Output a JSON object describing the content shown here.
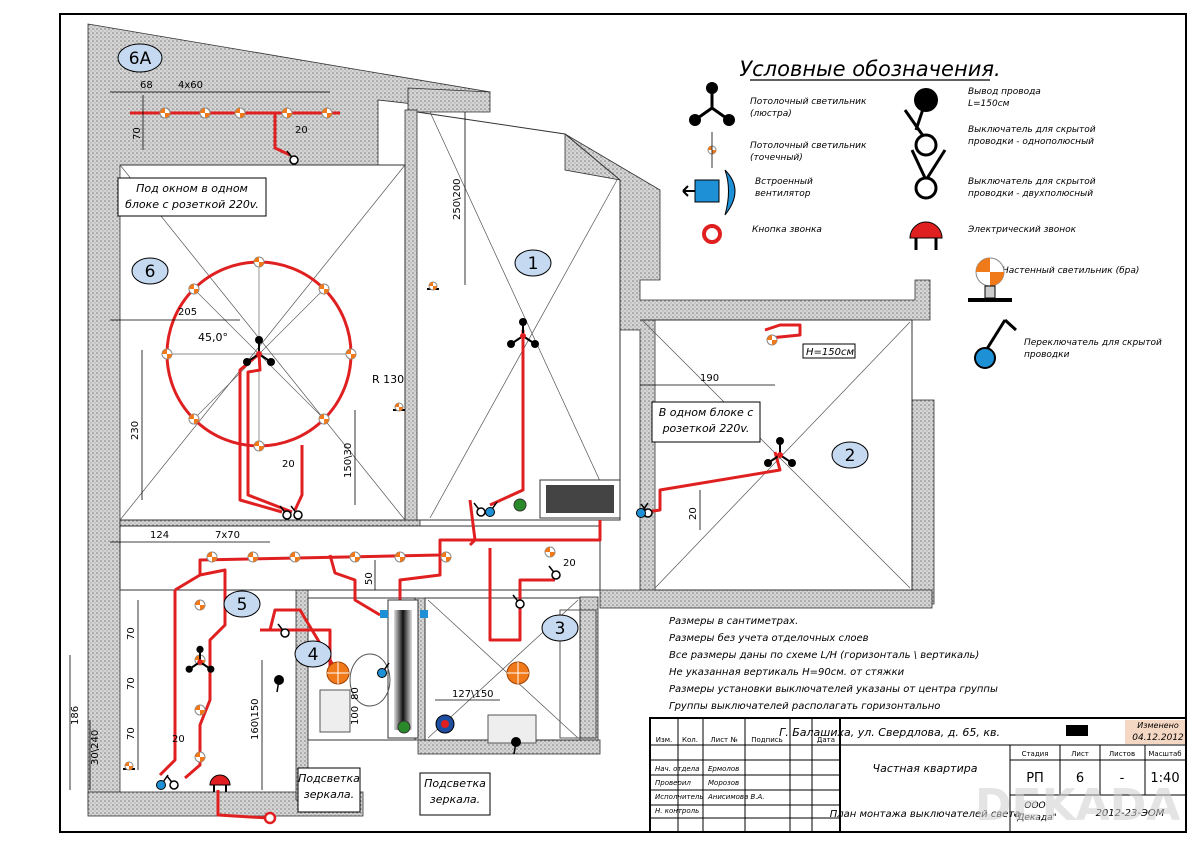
{
  "colors": {
    "wire": "#e02020",
    "wall_hatch": "#bdbdbd",
    "switch_blue": "#1e90d6",
    "bell_red": "#e02020",
    "lamp_orange": "#f07a1a"
  },
  "rooms": {
    "r1": "1",
    "r2": "2",
    "r3": "3",
    "r4": "4",
    "r5": "5",
    "r6": "6",
    "r6a": "6А"
  },
  "dims": {
    "d68": "68",
    "d4x60": "4x60",
    "d70a": "70",
    "d20a": "20",
    "d250_200": "250\\200",
    "d205": "205",
    "d45": "45,0°",
    "r130": "R 130",
    "d230": "230",
    "d150_30": "150\\30",
    "d20b": "20",
    "d190": "190",
    "dh150": "H=150см",
    "d20c": "20",
    "d124": "124",
    "d7x70": "7x70",
    "d50": "50",
    "d20d": "20",
    "d70b": "70",
    "d70c": "70",
    "d70d": "70",
    "d186": "186",
    "d30_240": "30\\240",
    "d160_150": "160\\150",
    "d20e": "20",
    "d100": "100",
    "d80": "80",
    "d127_150": "127\\150"
  },
  "callouts": {
    "window": [
      "Под окном в одном",
      "блоке с розеткой 220v."
    ],
    "socket": [
      "В одном блоке с",
      "розеткой 220v."
    ],
    "mirror4": [
      "Подсветка",
      "зеркала."
    ],
    "mirror3": [
      "Подсветка",
      "зеркала."
    ]
  },
  "legend": {
    "title": "Условные обозначения.",
    "items": [
      {
        "icon": "chandelier-icon",
        "text": [
          "Потолочный светильник",
          "(люстра)"
        ]
      },
      {
        "icon": "spotlight-icon",
        "text": [
          "Потолочный светильник",
          "(точечный)"
        ]
      },
      {
        "icon": "fan-icon",
        "text": [
          "Встроенный",
          "вентилятор"
        ]
      },
      {
        "icon": "bell-button-icon",
        "text": [
          "Кнопка звонка"
        ]
      },
      {
        "icon": "wire-output-icon",
        "text": [
          "Вывод провода",
          "L=150см"
        ]
      },
      {
        "icon": "single-switch-icon",
        "text": [
          "Выключатель для скрытой",
          "проводки - однополюсный"
        ]
      },
      {
        "icon": "double-switch-icon",
        "text": [
          "Выключатель для скрытой",
          "проводки - двухполюсный"
        ]
      },
      {
        "icon": "bell-icon",
        "text": [
          "Электрический звонок"
        ]
      },
      {
        "icon": "wall-lamp-icon",
        "text": [
          "Настенный светильник (бра)"
        ]
      },
      {
        "icon": "toggle-switch-icon",
        "text": [
          "Переключатель для скрытой",
          "проводки"
        ]
      }
    ]
  },
  "notes": [
    "Размеры в сантиметрах.",
    "Размеры без учета отделочных слоев",
    "Все размеры даны по схеме L/H (горизонталь \\ вертикаль)",
    "Не указанная вертикаль H=90см. от стяжки",
    "Размеры установки выключателей указаны от центра группы",
    "Группы  выключателей располагать горизонтально"
  ],
  "title_block": {
    "address": "Г. Балашиха, ул. Свердлова, д. 65, кв.",
    "changed": "Изменено",
    "changed_date": "04.12.2012",
    "project": "Частная квартира",
    "sheet_title": "План монтажа выключателей света",
    "code": "2012-23-ЭОМ",
    "org1": "ООО",
    "org2": "\"Декада\"",
    "headers": {
      "izm": "Изм.",
      "kol": "Кол.",
      "list": "Лист №",
      "podpis": "Подпись",
      "data": "Дата",
      "stadia": "Стадия",
      "list2": "Лист",
      "listov": "Листов",
      "masshtab": "Масштаб"
    },
    "values": {
      "stadia": "РП",
      "list": "6",
      "listov": "-",
      "masshtab": "1:40"
    },
    "staff": [
      {
        "role": "Нач. отдела",
        "name": "Ермолов"
      },
      {
        "role": "Проверил",
        "name": "Морозов"
      },
      {
        "role": "Исполнитель",
        "name": "Анисимова В.А."
      },
      {
        "role": "Н. контроль",
        "name": ""
      }
    ]
  },
  "watermark": "DEKADA"
}
